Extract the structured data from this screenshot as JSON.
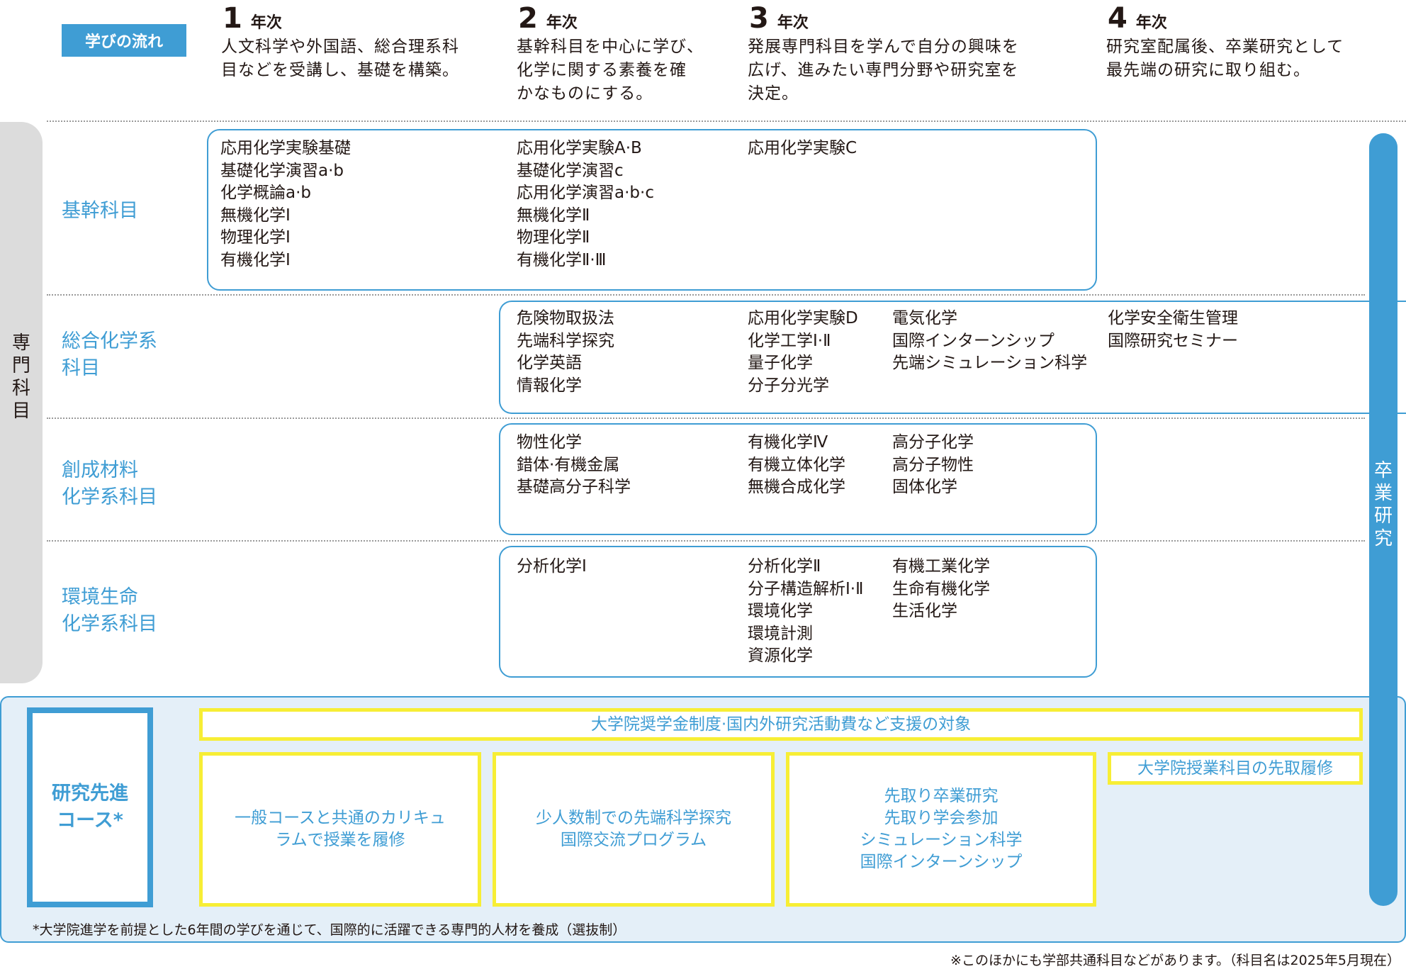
{
  "flow_tag": "学びの流れ",
  "years": [
    {
      "num": "1",
      "label": "年次",
      "desc": [
        "人文科学や外国語、総合理系科",
        "目などを受講し、基礎を構築。"
      ]
    },
    {
      "num": "2",
      "label": "年次",
      "desc": [
        "基幹科目を中心に学び、",
        "化学に関する素養を確",
        "かなものにする。"
      ]
    },
    {
      "num": "3",
      "label": "年次",
      "desc": [
        "発展専門科目を学んで自分の興味を",
        "広げ、進みたい専門分野や研究室を",
        "決定。"
      ]
    },
    {
      "num": "4",
      "label": "年次",
      "desc": [
        "研究室配属後、卒業研究として",
        "最先端の研究に取り組む。"
      ]
    }
  ],
  "senmon_label": [
    "専",
    "門",
    "科",
    "目"
  ],
  "graduation_label": [
    "卒",
    "業",
    "研",
    "究"
  ],
  "categories": [
    {
      "name": [
        "基幹科目"
      ],
      "col1": [
        "応用化学実験基礎",
        "基礎化学演習a·b",
        "化学概論a·b",
        "無機化学Ⅰ",
        "物理化学Ⅰ",
        "有機化学Ⅰ"
      ],
      "col2": [
        "応用化学実験A·B",
        "基礎化学演習c",
        "応用化学演習a·b·c",
        "無機化学Ⅱ",
        "物理化学Ⅱ",
        "有機化学Ⅱ·Ⅲ"
      ],
      "col3": [
        "応用化学実験C"
      ]
    },
    {
      "name": [
        "総合化学系",
        "科目"
      ],
      "col2": [
        "危険物取扱法",
        "先端科学探究",
        "化学英語",
        "情報化学"
      ],
      "col3": [
        "応用化学実験D",
        "化学工学Ⅰ·Ⅱ",
        "量子化学",
        "分子分光学"
      ],
      "col3b": [
        "電気化学",
        "国際インターンシップ",
        "先端シミュレーション科学"
      ],
      "col4": [
        "化学安全衛生管理",
        "国際研究セミナー"
      ]
    },
    {
      "name": [
        "創成材料",
        "化学系科目"
      ],
      "col2": [
        "物性化学",
        "錯体·有機金属",
        "基礎高分子科学"
      ],
      "col3": [
        "有機化学Ⅳ",
        "有機立体化学",
        "無機合成化学"
      ],
      "col3b": [
        "高分子化学",
        "高分子物性",
        "固体化学"
      ]
    },
    {
      "name": [
        "環境生命",
        "化学系科目"
      ],
      "col2": [
        "分析化学Ⅰ"
      ],
      "col3": [
        "分析化学Ⅱ",
        "分子構造解析Ⅰ·Ⅱ",
        "環境化学",
        "環境計測",
        "資源化学"
      ],
      "col3b": [
        "有機工業化学",
        "生命有機化学",
        "生活化学"
      ]
    }
  ],
  "advanced": {
    "title": [
      "研究先進",
      "コース*"
    ],
    "support": "大学院奨学金制度·国内外研究活動費など支援の対象",
    "box1": [
      "一般コースと共通のカリキュ",
      "ラムで授業を履修"
    ],
    "box2": [
      "少人数制での先端科学探究",
      "国際交流プログラム"
    ],
    "box3": [
      "先取り卒業研究",
      "先取り学会参加",
      "シミュレーション科学",
      "国際インターンシップ"
    ],
    "box4": "大学院授業科目の先取履修",
    "note": "*大学院進学を前提とした6年間の学びを通じて、国際的に活躍できる専門的人材を養成（選抜制）"
  },
  "footer": "※このほかにも学部共通科目などがあります。（科目名は2025年5月現在）",
  "colors": {
    "accent": "#3f9dd4",
    "yellow": "#f7ee35",
    "light_bg": "#e4eff8",
    "gray": "#dcdcdc"
  }
}
